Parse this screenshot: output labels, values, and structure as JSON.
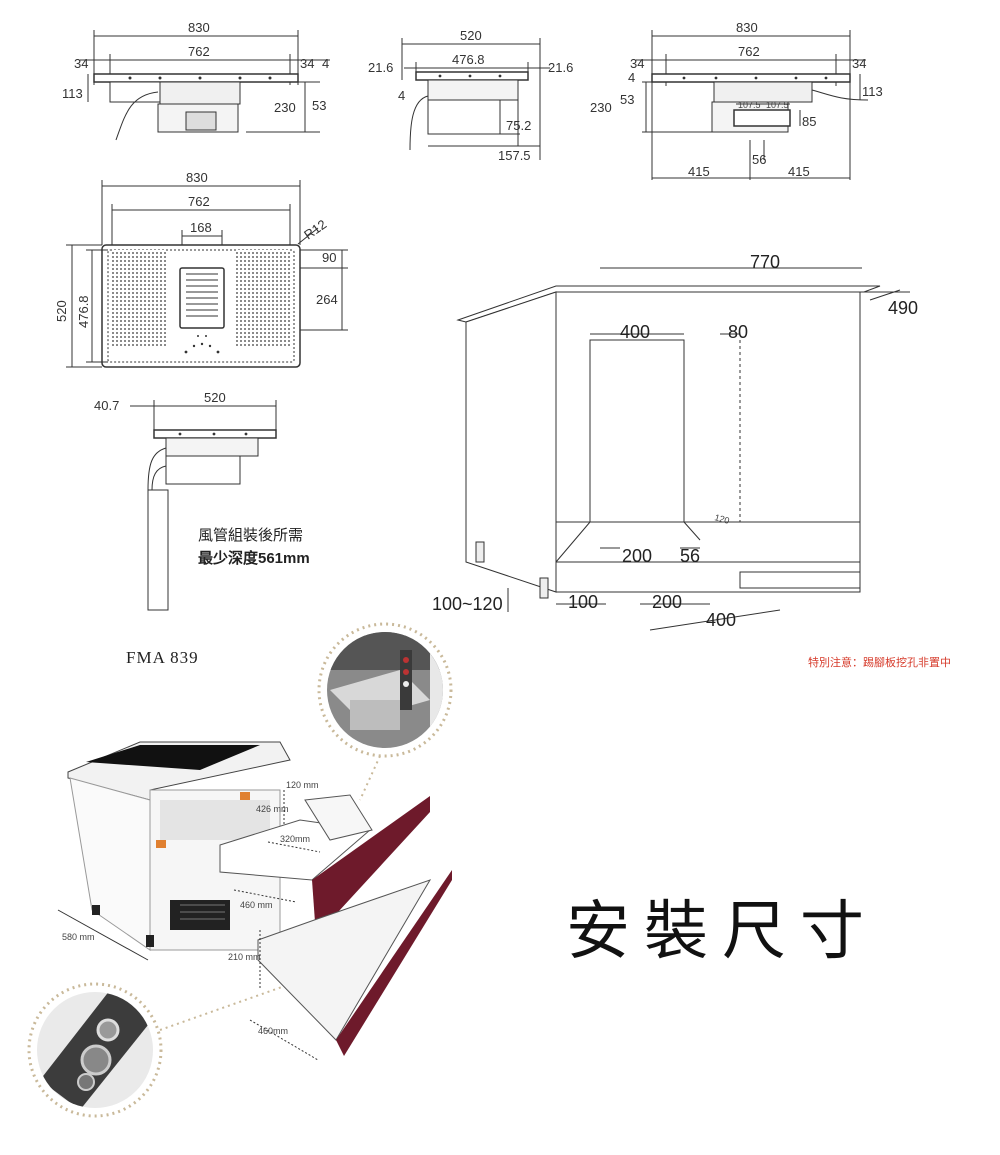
{
  "drawings": {
    "front_view": {
      "w1": "830",
      "w2": "762",
      "l": "34",
      "r1": "34",
      "r2": "4",
      "h1": "113",
      "h2": "230",
      "h3": "53"
    },
    "side_view": {
      "w1": "520",
      "w2": "476.8",
      "l": "21.6",
      "r": "21.6",
      "t": "4",
      "d1": "75.2",
      "d2": "157.5"
    },
    "rear_view": {
      "w1": "830",
      "w2": "762",
      "l": "34",
      "r": "34",
      "t": "4",
      "h1": "113",
      "h2": "230",
      "h3": "53",
      "d1": "85",
      "d2": "56",
      "half_l": "415",
      "half_r": "415",
      "duct1": "107.5",
      "duct2": "107.5"
    },
    "top_view": {
      "w1": "830",
      "w2": "762",
      "w3": "168",
      "r": "R12",
      "h1": "90",
      "h2": "264",
      "d1": "520",
      "d2": "476.8"
    },
    "duct_view": {
      "offset": "40.7",
      "width": "520"
    },
    "cabinet": {
      "top_w": "770",
      "top_d": "490",
      "cut_w": "400",
      "cut_d": "80",
      "floor_a": "200",
      "floor_b": "56",
      "floor_c": "120",
      "leg": "100~120",
      "kick": "100",
      "kick_b": "200",
      "kick_w": "400"
    }
  },
  "note_lines": [
    "風管組裝後所需",
    "最少深度561mm"
  ],
  "model": "FMA  839",
  "warning": "特別注意：踢腳板挖孔非置中",
  "drawer_dims": {
    "a": "120 mm",
    "b": "426\nmm",
    "c": "320mm",
    "d": "460 mm",
    "e": "580 mm",
    "f": "210 mm",
    "g": "460mm"
  },
  "title": "安裝尺寸",
  "colors": {
    "drawer_front": "#6e1a2b",
    "line": "#333333",
    "circle": "#c9b99a"
  }
}
